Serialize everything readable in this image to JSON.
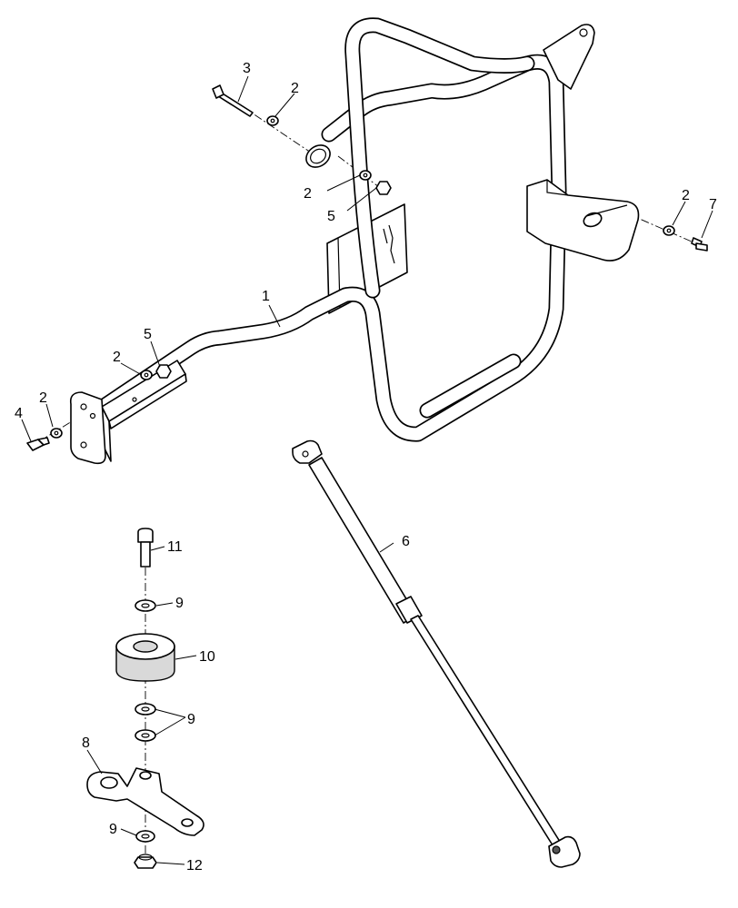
{
  "callouts": [
    {
      "id": "c1",
      "label": "1"
    },
    {
      "id": "c2a",
      "label": "2"
    },
    {
      "id": "c2b",
      "label": "2"
    },
    {
      "id": "c2c",
      "label": "2"
    },
    {
      "id": "c2d",
      "label": "2"
    },
    {
      "id": "c2e",
      "label": "2"
    },
    {
      "id": "c3",
      "label": "3"
    },
    {
      "id": "c4",
      "label": "4"
    },
    {
      "id": "c5a",
      "label": "5"
    },
    {
      "id": "c5b",
      "label": "5"
    },
    {
      "id": "c6",
      "label": "6"
    },
    {
      "id": "c7",
      "label": "7"
    },
    {
      "id": "c8",
      "label": "8"
    },
    {
      "id": "c9a",
      "label": "9"
    },
    {
      "id": "c9b",
      "label": "9"
    },
    {
      "id": "c9c",
      "label": "9"
    },
    {
      "id": "c10",
      "label": "10"
    },
    {
      "id": "c11",
      "label": "11"
    },
    {
      "id": "c12",
      "label": "12"
    }
  ]
}
